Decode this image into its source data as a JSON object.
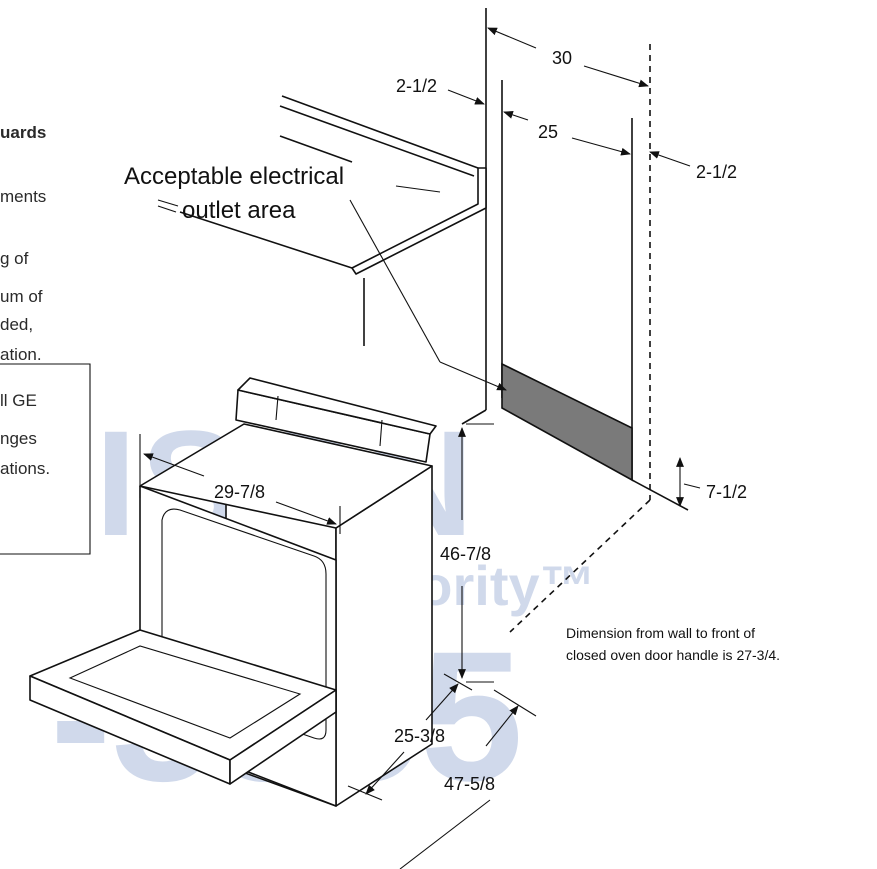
{
  "left_text_fragments": [
    "uards",
    "ments",
    "g of",
    "um of",
    "ded,",
    "ation.",
    "ll GE",
    "nges",
    "ations."
  ],
  "watermark": {
    "word": "ISON",
    "tagline": "ce Authority™",
    "number": "-3355",
    "color": "#2d55a6"
  },
  "labels": {
    "outlet_area_line1": "Acceptable electrical",
    "outlet_area_line2": "outlet area"
  },
  "dimensions": {
    "cabinet_gap_left": "2-1/2",
    "cabinet_width": "30",
    "outlet_zone_width": "25",
    "cabinet_gap_right": "2-1/2",
    "outlet_height": "7-1/2",
    "range_height": "46-7/8",
    "range_width": "29-7/8",
    "range_depth": "25-3/8",
    "depth_door_open": "47-5/8"
  },
  "note": {
    "line1": "Dimension from wall to front of",
    "line2": "closed oven door handle is 27-3/4."
  },
  "colors": {
    "outlet_area_fill": "#7a7a7a"
  }
}
